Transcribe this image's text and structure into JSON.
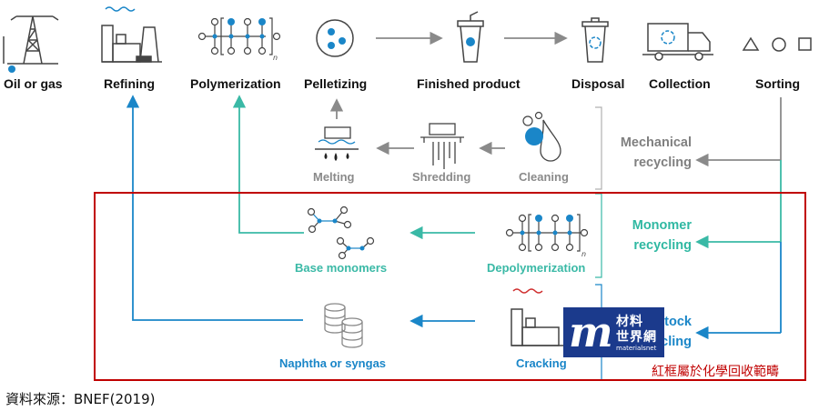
{
  "top_steps": [
    {
      "id": "oil-or-gas",
      "label": "Oil or gas"
    },
    {
      "id": "refining",
      "label": "Refining"
    },
    {
      "id": "polymerization",
      "label": "Polymerization"
    },
    {
      "id": "pelletizing",
      "label": "Pelletizing"
    },
    {
      "id": "finished-product",
      "label": "Finished product"
    },
    {
      "id": "disposal",
      "label": "Disposal"
    },
    {
      "id": "collection",
      "label": "Collection"
    },
    {
      "id": "sorting",
      "label": "Sorting"
    }
  ],
  "mechanical": {
    "steps": [
      {
        "id": "melting",
        "label": "Melting"
      },
      {
        "id": "shredding",
        "label": "Shredding"
      },
      {
        "id": "cleaning",
        "label": "Cleaning"
      }
    ],
    "category_line1": "Mechanical",
    "category_line2": "recycling"
  },
  "monomer": {
    "steps": [
      {
        "id": "base-monomers",
        "label": "Base monomers"
      },
      {
        "id": "depolymerization",
        "label": "Depolymerization"
      }
    ],
    "category_line1": "Monomer",
    "category_line2": "recycling"
  },
  "feedstock": {
    "steps": [
      {
        "id": "naphtha-or-syngas",
        "label": "Naphtha or syngas"
      },
      {
        "id": "cracking",
        "label": "Cracking"
      }
    ],
    "category_line1": "Feedstock",
    "category_line2": "recycling"
  },
  "annotation": "紅框屬於化學回收範疇",
  "source": "資料來源：BNEF(2019)",
  "logo": {
    "line1": "材料",
    "line2": "世界網",
    "line3": "materialsnet"
  },
  "colors": {
    "teal": "#3ab9a6",
    "blue": "#1a86c8",
    "grey": "#8a8a8a",
    "red": "#c00000",
    "logo": "#1b3a8c"
  }
}
